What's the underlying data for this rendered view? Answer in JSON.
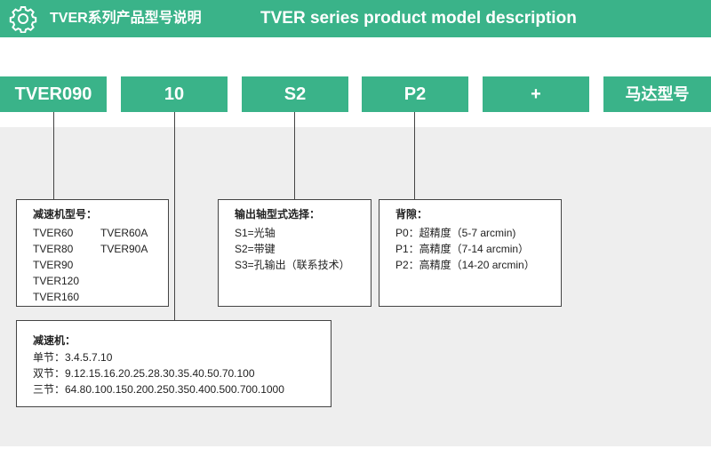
{
  "header": {
    "title_cn": "TVER系列产品型号说明",
    "title_en": "TVER series product model description",
    "icon": "gear-icon",
    "background_color": "#3ab389"
  },
  "model_segments": [
    "TVER090",
    "10",
    "S2",
    "P2",
    "+",
    "马达型号"
  ],
  "reducer_model": {
    "title": "减速机型号：",
    "col1": [
      "TVER60",
      "TVER80",
      "TVER90",
      "TVER120",
      "TVER160"
    ],
    "col2": [
      "TVER60A",
      "TVER90A"
    ]
  },
  "output_shaft": {
    "title": "输出轴型式选择：",
    "items": [
      "S1=光轴",
      "S2=带键",
      "S3=孔输出（联系技术）"
    ]
  },
  "backlash": {
    "title": "背隙：",
    "items": [
      "P0：超精度（5-7 arcmin)",
      "P1：高精度（7-14 arcmin）",
      "P2：高精度（14-20 arcmin）"
    ]
  },
  "ratio": {
    "title": "减速机：",
    "items": [
      "单节：3.4.5.7.10",
      "双节：9.12.15.16.20.25.28.30.35.40.50.70.100",
      "三节：64.80.100.150.200.250.350.400.500.700.1000"
    ]
  }
}
